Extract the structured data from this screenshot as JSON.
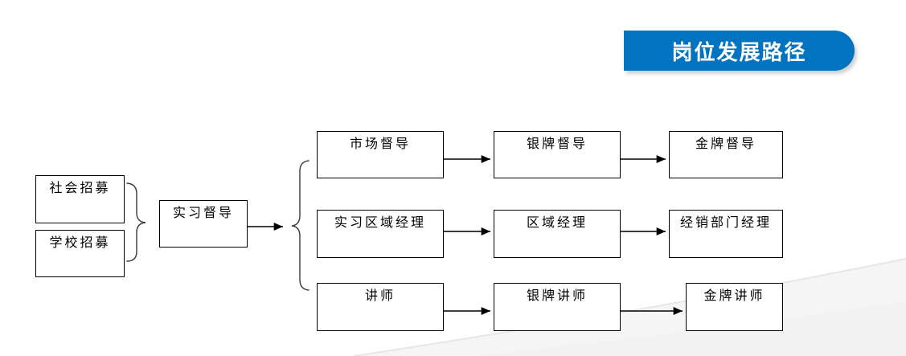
{
  "banner": {
    "title": "岗位发展路径",
    "bg_color": "#0173BF",
    "text_color": "#FFFFFF"
  },
  "diagram": {
    "sources": [
      {
        "label": "社会招募"
      },
      {
        "label": "学校招募"
      }
    ],
    "entry": {
      "label": "实习督导"
    },
    "tracks": [
      {
        "name": "supervisor-track",
        "stages": [
          "市场督导",
          "银牌督导",
          "金牌督导"
        ]
      },
      {
        "name": "manager-track",
        "stages": [
          "实习区域经理",
          "区域经理",
          "经销部门经理"
        ]
      },
      {
        "name": "lecturer-track",
        "stages": [
          "讲师",
          "银牌讲师",
          "金牌讲师"
        ]
      }
    ],
    "box_border_color": "#000000",
    "connector_color": "#000000"
  }
}
